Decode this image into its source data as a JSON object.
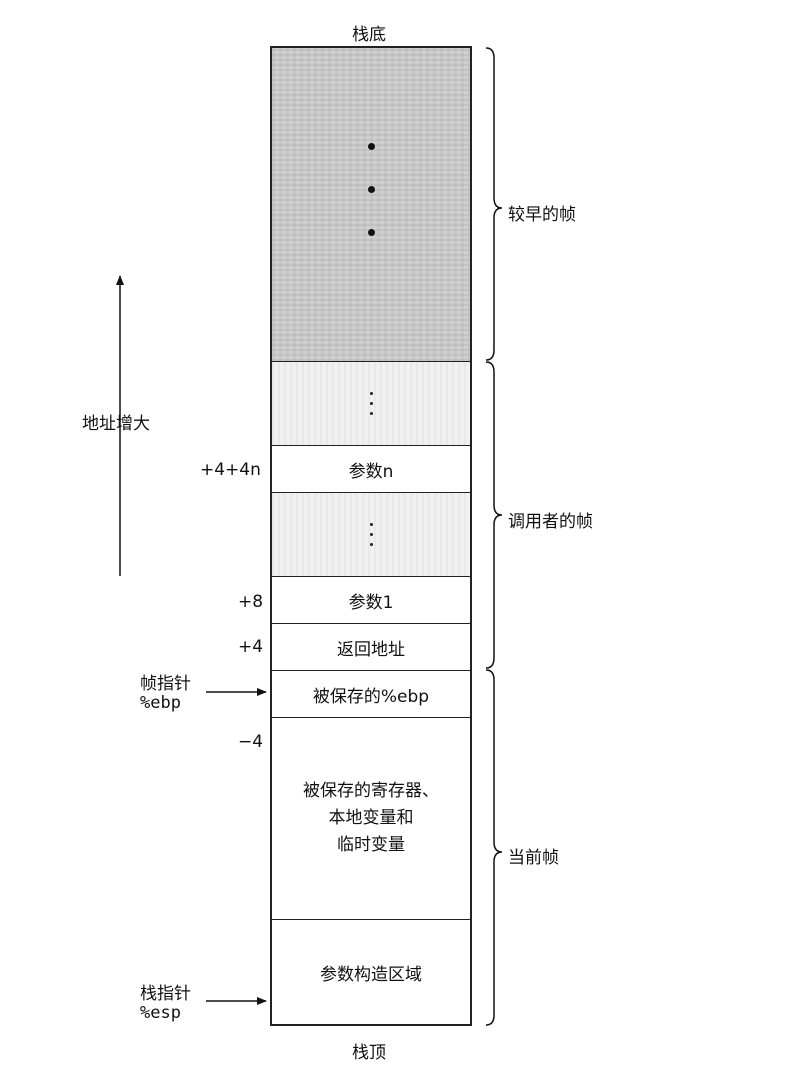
{
  "stack": {
    "bottom_label": "栈底",
    "top_label": "栈顶",
    "cells": {
      "params_n": "参数n",
      "params_1": "参数1",
      "return_addr": "返回地址",
      "saved_ebp": "被保存的%ebp",
      "locals_line1": "被保存的寄存器、",
      "locals_line2": "本地变量和",
      "locals_line3": "临时变量",
      "arg_build": "参数构造区域"
    }
  },
  "offsets": {
    "param_n": "+4+4n",
    "param_1": "+8",
    "return_addr": "+4",
    "locals": "−4"
  },
  "pointers": {
    "frame_pointer_label": "帧指针",
    "frame_pointer_reg": "%ebp",
    "stack_pointer_label": "栈指针",
    "stack_pointer_reg": "%esp"
  },
  "address_arrow_label": "地址增大",
  "frames": {
    "earlier": "较早的帧",
    "caller": "调用者的帧",
    "current": "当前帧"
  }
}
